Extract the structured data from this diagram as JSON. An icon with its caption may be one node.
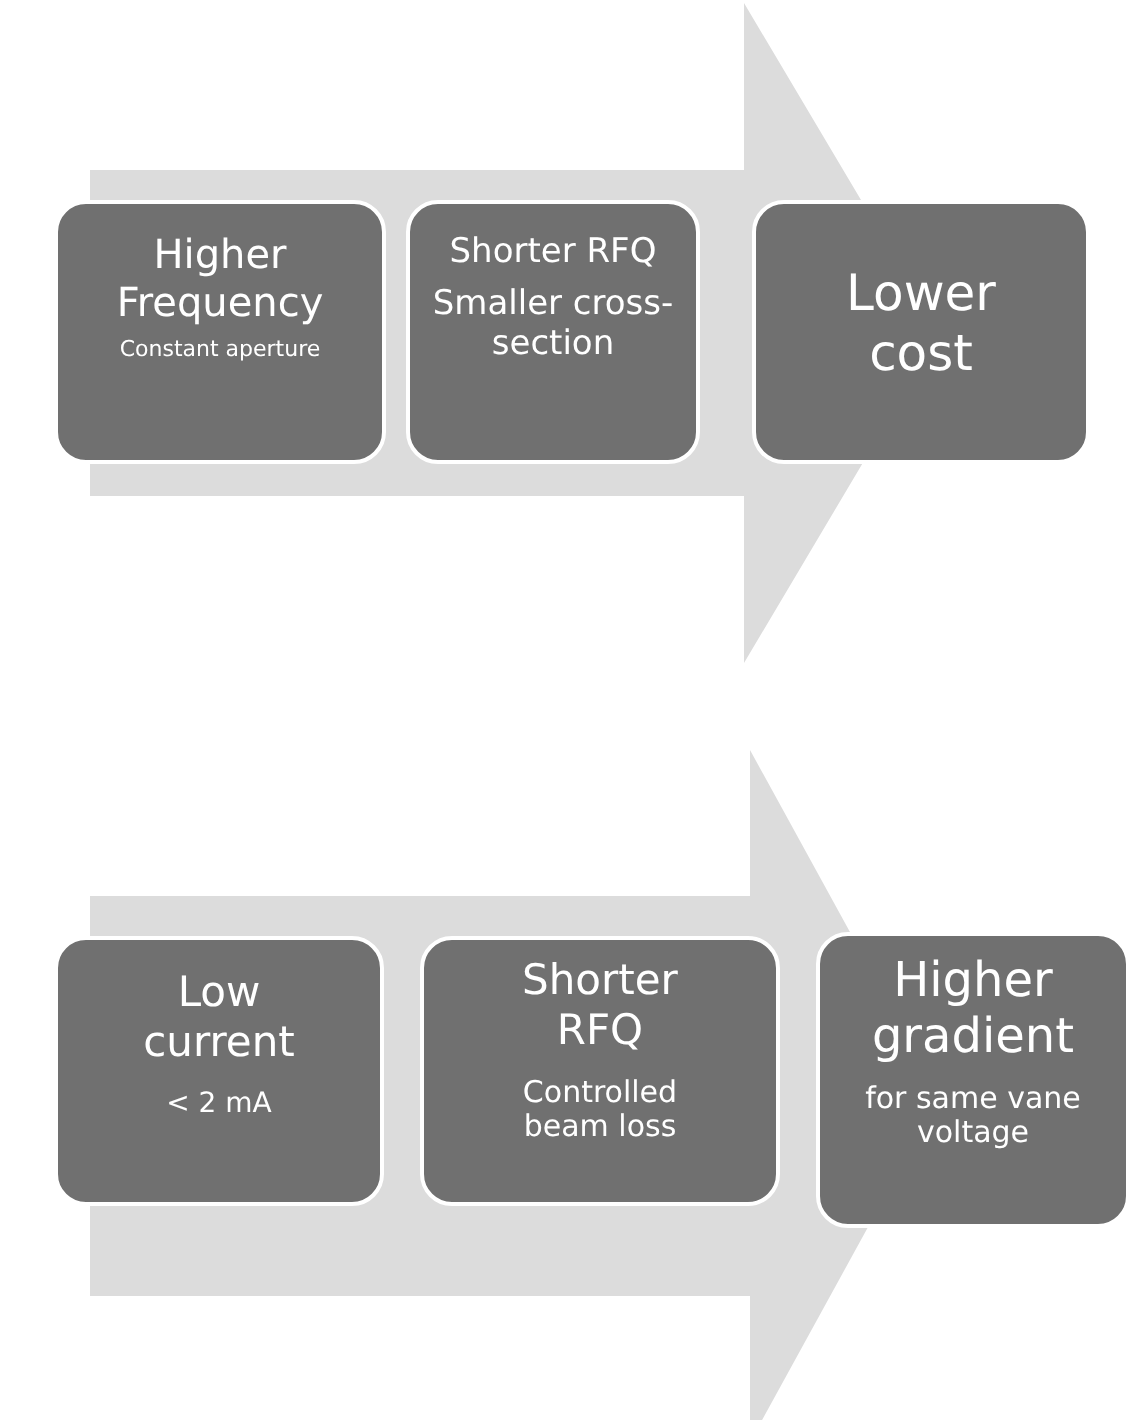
{
  "diagram": {
    "nodes": [
      {
        "text": [
          "Higher Frequency",
          "Constant aperture"
        ]
      },
      {
        "text": [
          "Shorter RFQ",
          "Smaller cross-section"
        ]
      },
      {
        "text": [
          "Lower cost"
        ]
      },
      {
        "text": [
          "Low current",
          "< 2 mA"
        ]
      },
      {
        "text": [
          "Shorter RFQ",
          "Controlled beam loss"
        ]
      },
      {
        "text": [
          "Higher gradient",
          "for same vane voltage"
        ]
      }
    ],
    "edges": [
      {
        "from": 0,
        "to": 2,
        "arrow": "to"
      },
      {
        "from": 3,
        "to": 5,
        "arrow": "to"
      }
    ]
  }
}
